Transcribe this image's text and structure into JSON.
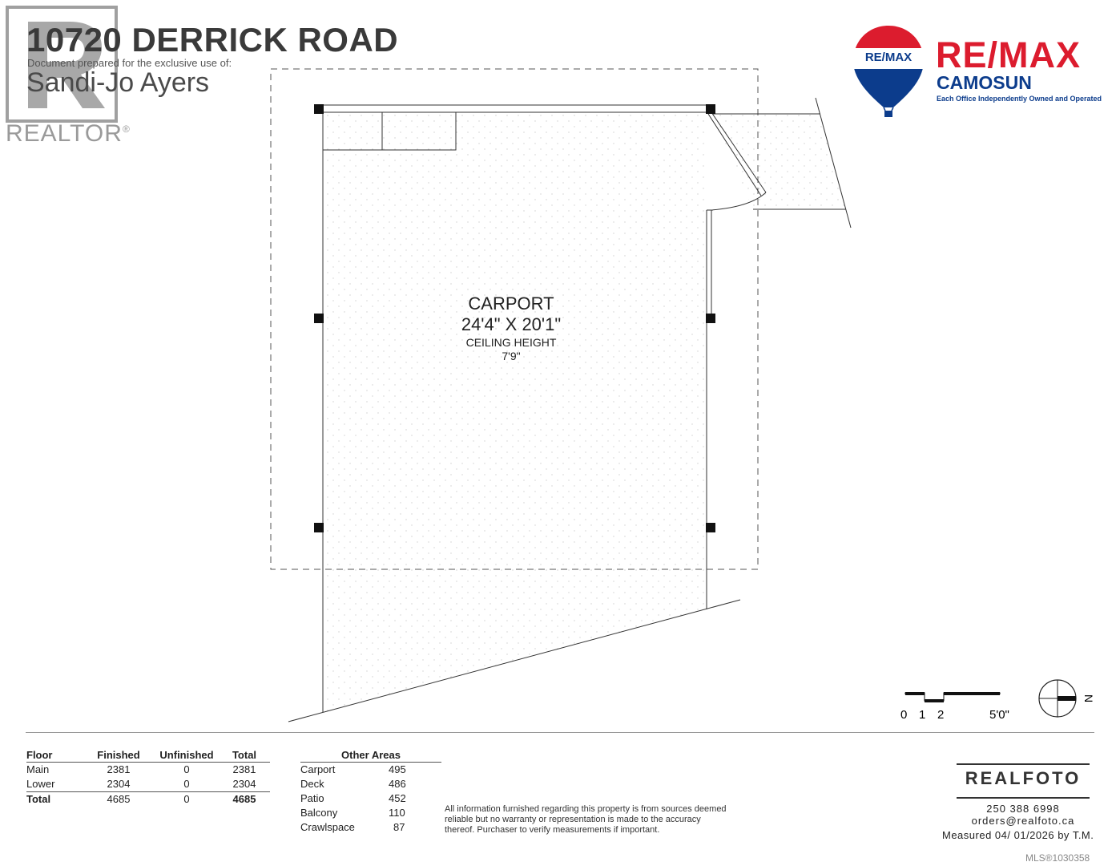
{
  "header": {
    "address": "10720 DERRICK ROAD",
    "prepared_label": "Document prepared for the exclusive use of:",
    "client_name": "Sandi-Jo Ayers"
  },
  "realtor": {
    "wordmark": "REALTOR",
    "mark": "®"
  },
  "remax": {
    "balloon_text": "RE/MAX",
    "name": "RE/MAX",
    "office": "CAMOSUN",
    "tagline": "Each Office Independently Owned and Operated",
    "colors": {
      "red": "#dc1c2e",
      "blue": "#0c3c8c"
    }
  },
  "room": {
    "name": "CARPORT",
    "dimensions": "24'4\" X 20'1\"",
    "ceiling_label": "CEILING HEIGHT",
    "ceiling_height": "7'9\""
  },
  "scale": {
    "labels": [
      "0",
      "1",
      "2",
      "5'0\""
    ]
  },
  "compass": {
    "label": "N"
  },
  "floor_table": {
    "headers": [
      "Floor",
      "Finished",
      "Unfinished",
      "Total"
    ],
    "rows": [
      [
        "Main",
        "2381",
        "0",
        "2381"
      ],
      [
        "Lower",
        "2304",
        "0",
        "2304"
      ],
      [
        "Total",
        "4685",
        "0",
        "4685"
      ]
    ]
  },
  "other_areas": {
    "header": "Other Areas",
    "rows": [
      [
        "Carport",
        "495"
      ],
      [
        "Deck",
        "486"
      ],
      [
        "Patio",
        "452"
      ],
      [
        "Balcony",
        "110"
      ],
      [
        "Crawlspace",
        "87"
      ]
    ]
  },
  "disclaimer": "All information furnished regarding this property is from sources deemed reliable but no warranty or representation is made to the accuracy thereof. Purchaser to verify measurements if important.",
  "footer": {
    "company": "REALFOTO",
    "phone": "250 388 6998",
    "email": "orders@realfoto.ca",
    "measured": "Measured 04/ 01/2026 by T.M.",
    "mls": "MLS®1030358"
  }
}
